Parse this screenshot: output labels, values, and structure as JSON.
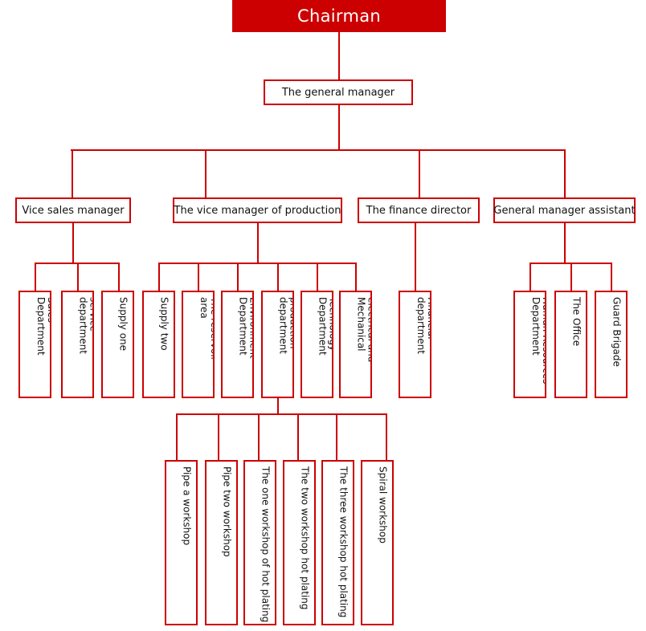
{
  "chart_title": "Chairman",
  "colors": {
    "accent": "#cc0000",
    "box_border": "#cc0000",
    "box_fill": "#ffffff",
    "root_text": "#ffffff",
    "body_text": "#111111",
    "page_background": "#ffffff"
  },
  "nodes": {
    "root": {
      "label": "Chairman"
    },
    "general_manager": {
      "label": "The general manager"
    },
    "level2": [
      {
        "label": "Vice sales manager"
      },
      {
        "label": "The vice manager of production"
      },
      {
        "label": "The finance director"
      },
      {
        "label": "General manager assistant"
      }
    ],
    "sales_children": [
      {
        "label": "Sales\nDepartment"
      },
      {
        "label": "Market\nservice\ndepartment"
      },
      {
        "label": "Supply one"
      }
    ],
    "production_children": [
      {
        "label": "Supply two"
      },
      {
        "label": "The reservoir\narea"
      },
      {
        "label": "The security and\nEnvironment\nDepartment"
      },
      {
        "label": "The\nproduction\ndepartment"
      },
      {
        "label": "Quality and\nTechnology\nDepartment"
      },
      {
        "label": "Department of\nelectrical and\nMechanical"
      }
    ],
    "finance_children": [
      {
        "label": "Financial\ndepartment"
      }
    ],
    "assistant_children": [
      {
        "label": "Human Resources\nDepartment"
      },
      {
        "label": "The Office"
      },
      {
        "label": "Guard Brigade"
      }
    ],
    "workshop_children": [
      {
        "label": "Pipe a workshop"
      },
      {
        "label": "Pipe two workshop"
      },
      {
        "label": "The one workshop of hot plating"
      },
      {
        "label": "The two workshop hot plating"
      },
      {
        "label": "The three workshop hot plating"
      },
      {
        "label": "Spiral workshop"
      }
    ]
  }
}
